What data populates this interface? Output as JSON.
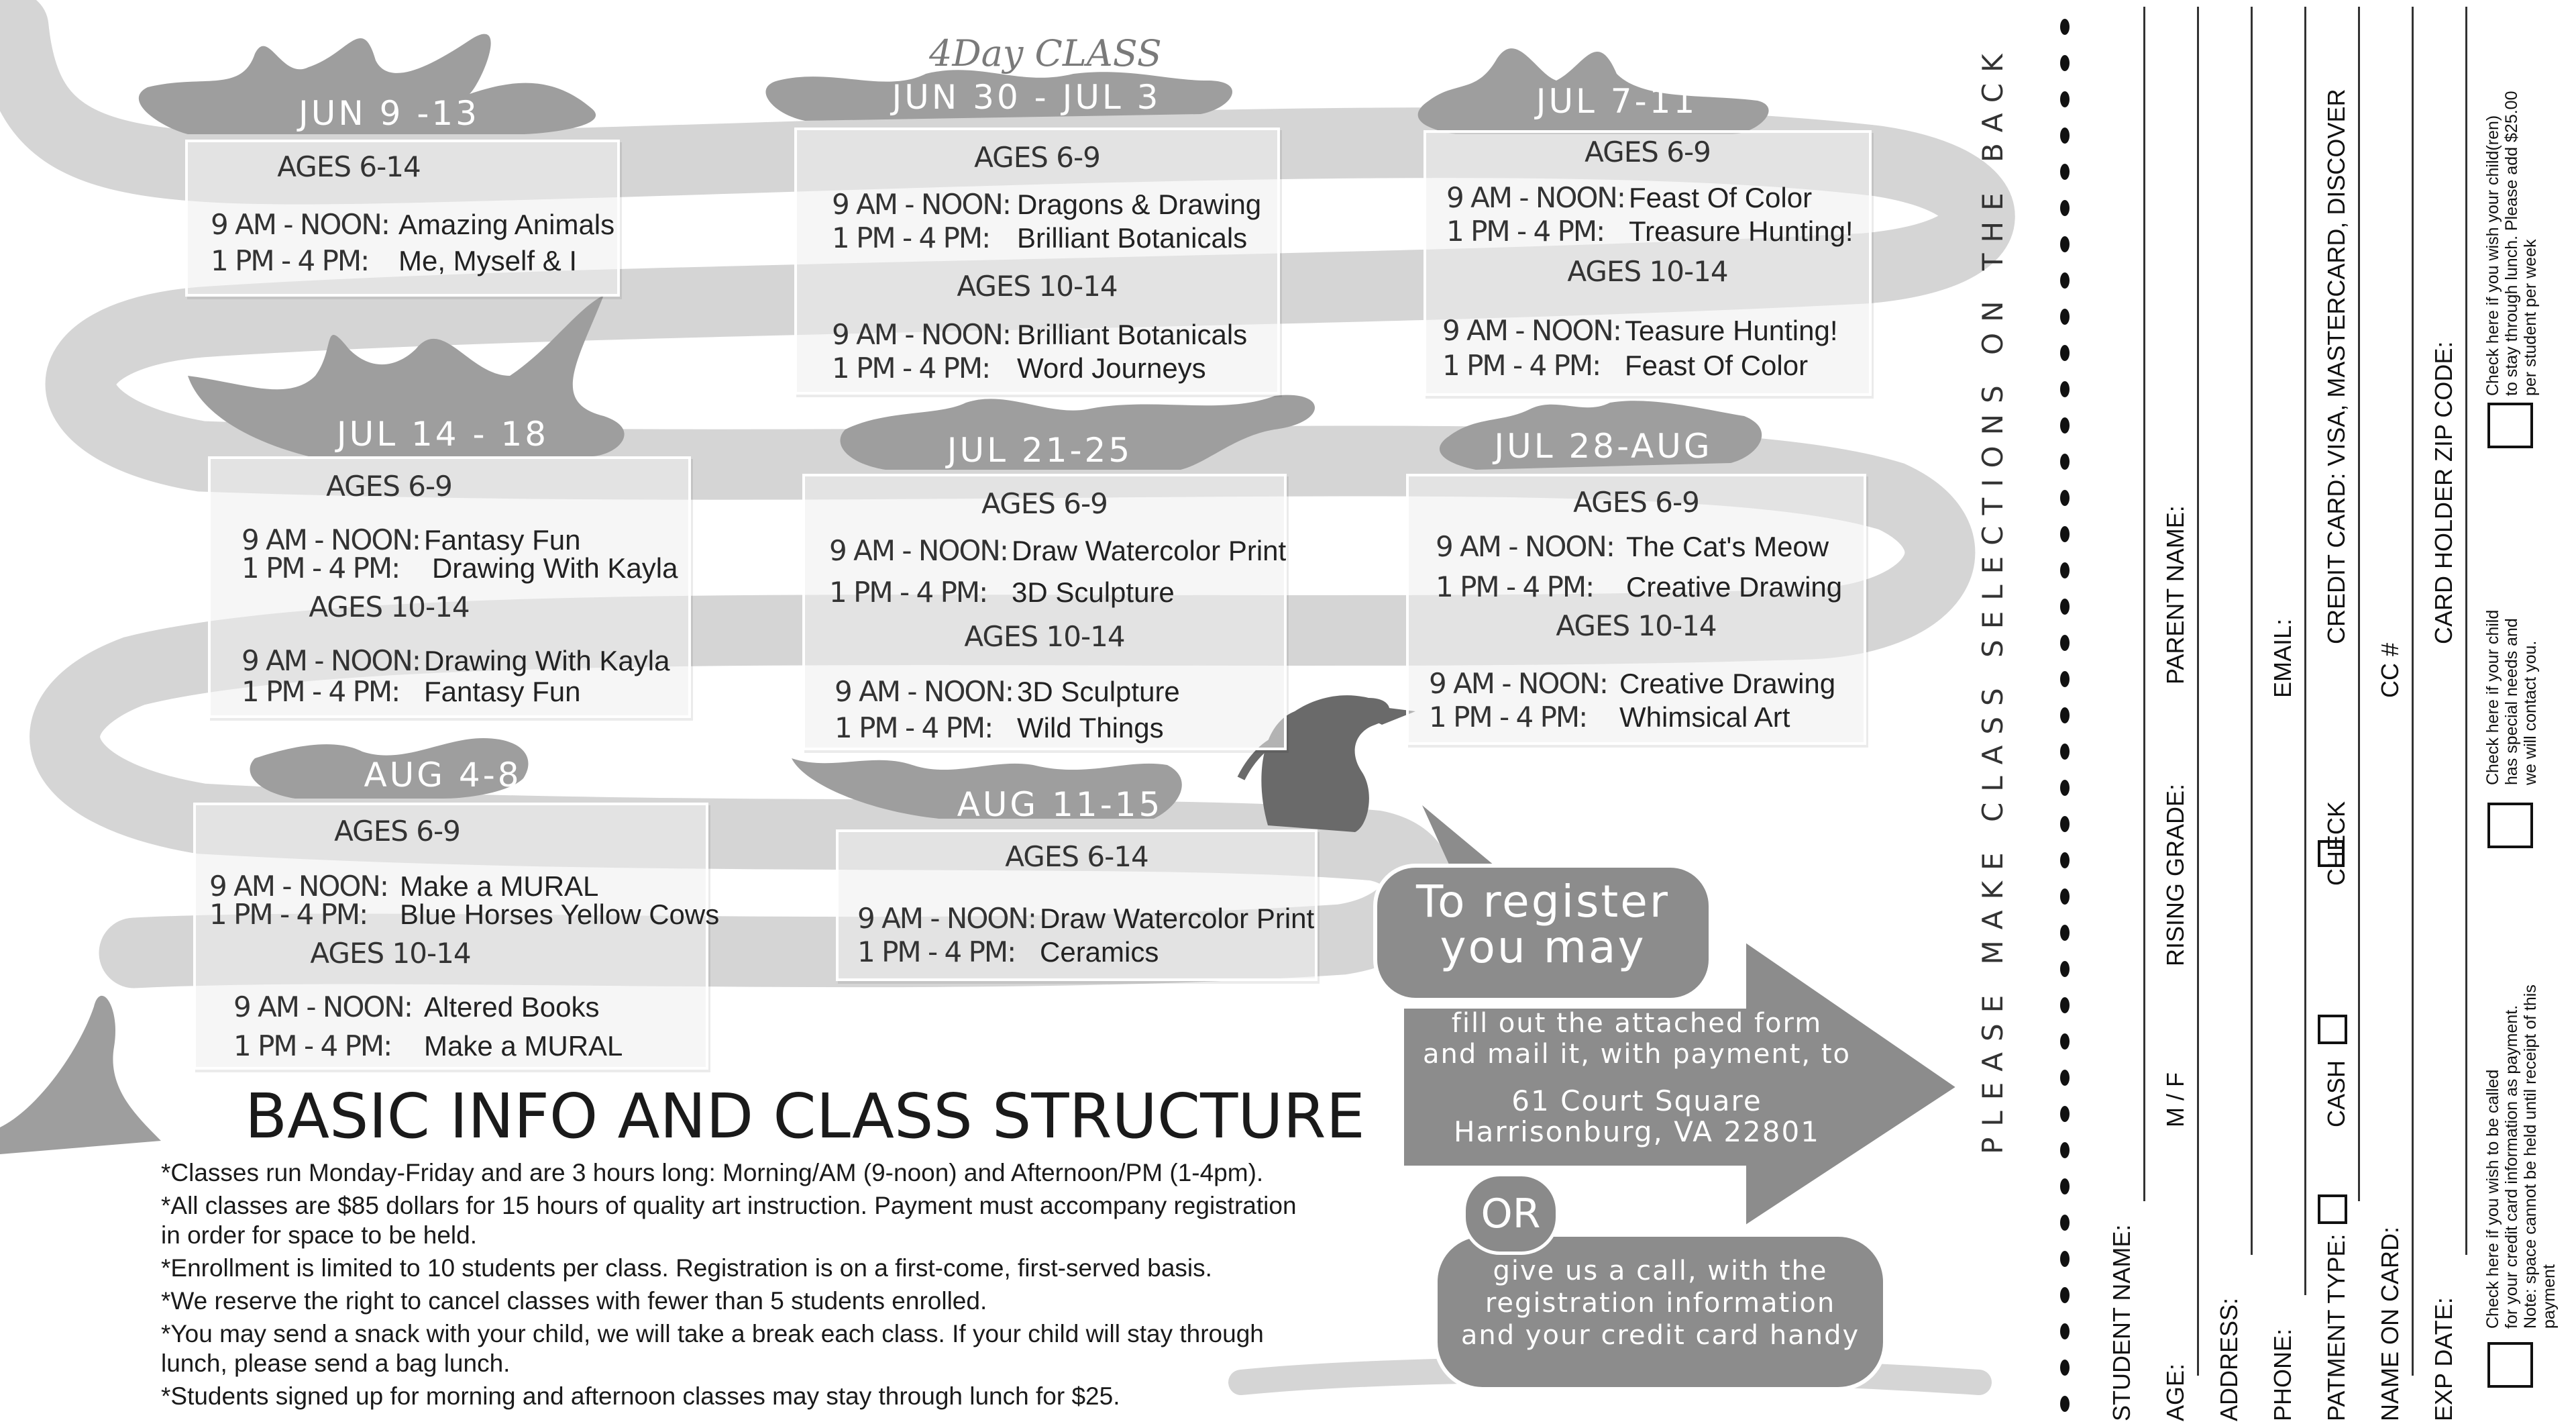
{
  "sessions": [
    {
      "dates": "JUN 9 -13",
      "groups": [
        {
          "ages": "AGES 6-14",
          "morning": {
            "time": "9 AM - NOON:",
            "class": "Amazing Animals"
          },
          "afternoon": {
            "time": "1 PM - 4 PM:",
            "class": "Me, Myself & I"
          }
        }
      ]
    },
    {
      "dates": "JUN 30 - JUL 3",
      "tag": "4Day CLASS",
      "groups": [
        {
          "ages": "AGES 6-9",
          "morning": {
            "time": "9 AM - NOON:",
            "class": "Dragons & Drawing"
          },
          "afternoon": {
            "time": "1 PM - 4 PM:",
            "class": "Brilliant Botanicals"
          }
        },
        {
          "ages": "AGES 10-14",
          "morning": {
            "time": "9 AM - NOON:",
            "class": "Brilliant Botanicals"
          },
          "afternoon": {
            "time": "1 PM - 4 PM:",
            "class": "Word Journeys"
          }
        }
      ]
    },
    {
      "dates": "JUL 7-11",
      "groups": [
        {
          "ages": "AGES 6-9",
          "morning": {
            "time": "9 AM - NOON:",
            "class": "Feast Of Color"
          },
          "afternoon": {
            "time": "1 PM - 4 PM:",
            "class": "Treasure Hunting!"
          }
        },
        {
          "ages": "AGES 10-14",
          "morning": {
            "time": "9 AM - NOON:",
            "class": "Teasure Hunting!"
          },
          "afternoon": {
            "time": "1 PM - 4 PM:",
            "class": "Feast Of Color"
          }
        }
      ]
    },
    {
      "dates": "JUL 14 - 18",
      "groups": [
        {
          "ages": "AGES 6-9",
          "morning": {
            "time": "9 AM - NOON:",
            "class": "Fantasy Fun"
          },
          "afternoon": {
            "time": "1 PM - 4 PM:",
            "class": "Drawing With Kayla"
          }
        },
        {
          "ages": "AGES 10-14",
          "morning": {
            "time": "9 AM - NOON:",
            "class": "Drawing With Kayla"
          },
          "afternoon": {
            "time": "1 PM - 4 PM:",
            "class": "Fantasy Fun"
          }
        }
      ]
    },
    {
      "dates": "JUL 21-25",
      "groups": [
        {
          "ages": "AGES 6-9",
          "morning": {
            "time": "9 AM - NOON:",
            "class": "Draw Watercolor Print"
          },
          "afternoon": {
            "time": "1 PM - 4 PM:",
            "class": "3D Sculpture"
          }
        },
        {
          "ages": "AGES 10-14",
          "morning": {
            "time": "9 AM - NOON:",
            "class": "3D Sculpture"
          },
          "afternoon": {
            "time": "1 PM - 4 PM:",
            "class": "Wild Things"
          }
        }
      ]
    },
    {
      "dates": "JUL 28-AUG",
      "groups": [
        {
          "ages": "AGES 6-9",
          "morning": {
            "time": "9 AM - NOON:",
            "class": "The Cat's Meow"
          },
          "afternoon": {
            "time": "1 PM - 4 PM:",
            "class": "Creative Drawing"
          }
        },
        {
          "ages": "AGES 10-14",
          "morning": {
            "time": "9 AM - NOON:",
            "class": "Creative Drawing"
          },
          "afternoon": {
            "time": "1 PM - 4 PM:",
            "class": "Whimsical Art"
          }
        }
      ]
    },
    {
      "dates": "AUG 4-8",
      "groups": [
        {
          "ages": "AGES 6-9",
          "morning": {
            "time": "9 AM - NOON:",
            "class": "Make a MURAL"
          },
          "afternoon": {
            "time": "1 PM - 4 PM:",
            "class": "Blue Horses Yellow Cows"
          }
        },
        {
          "ages": "AGES 10-14",
          "morning": {
            "time": "9 AM - NOON:",
            "class": "Altered Books"
          },
          "afternoon": {
            "time": "1 PM - 4 PM:",
            "class": "Make a MURAL"
          }
        }
      ]
    },
    {
      "dates": "AUG 11-15",
      "groups": [
        {
          "ages": "AGES 6-14",
          "morning": {
            "time": "9 AM - NOON:",
            "class": "Draw Watercolor Print"
          },
          "afternoon": {
            "time": "1 PM - 4 PM:",
            "class": "Ceramics"
          }
        }
      ]
    }
  ],
  "info": {
    "title": "BASIC INFO AND CLASS STRUCTURE",
    "rules": [
      "*Classes run Monday-Friday and are 3 hours long:  Morning/AM (9-noon) and Afternoon/PM (1-4pm).",
      "*All classes are $85 dollars for 15 hours of quality art instruction. Payment must accompany registration in order for space to be held.",
      "*Enrollment is limited to 10 students per class. Registration is on a first-come, first-served basis.",
      "*We reserve the right to cancel classes with fewer than 5 students enrolled.",
      "*You may send a snack with your child, we will take a break each class. If your child will stay through lunch, please send a bag lunch.",
      "*Students signed up for morning and afternoon classes may stay through lunch for $25."
    ]
  },
  "register": {
    "heading_line1": "To register",
    "heading_line2": "you may",
    "mail_line1": "fill out the attached form",
    "mail_line2": "and mail it, with payment, to",
    "address_line1": "61 Court Square",
    "address_line2": "Harrisonburg, VA 22801",
    "or": "OR",
    "call_line1": "give us a call, with the",
    "call_line2": "registration information",
    "call_line3": "and your credit card handy"
  },
  "form": {
    "note": "PLEASE MAKE CLASS SELECTIONS ON THE BACK",
    "student_name": "STUDENT NAME:",
    "age": "AGE:",
    "gender": "M / F",
    "rising_grade": "RISING GRADE:",
    "parent_name": "PARENT NAME:",
    "address": "ADDRESS:",
    "email": "EMAIL:",
    "phone": "PHONE:",
    "payment_type": "PATMENT TYPE:",
    "cash": "CASH",
    "check": "CHECK",
    "credit_card": "CREDIT CARD:  VISA, MASTERCARD, DISCOVER",
    "name_on_card": "NAME ON CARD:",
    "cc": "CC #",
    "exp_date": "EXP DATE:",
    "zip": "CARD HOLDER ZIP CODE:",
    "opt_call_1": "Check here if you wish to be called",
    "opt_call_2": "for your credit card information as payment.",
    "opt_call_3": "Note: space cannot be held until receipt of this",
    "opt_call_4": "payment",
    "opt_special_1": "Check here if your child",
    "opt_special_2": "has special needs and",
    "opt_special_3": "we will contact you.",
    "opt_lunch_1": "Check here if you wish your child(ren)",
    "opt_lunch_2": "to stay through lunch. Please add $25.00",
    "opt_lunch_3": "per student per week"
  },
  "colors": {
    "ribbon": "#d4d4d4",
    "splash": "#9c9c9c",
    "bubble": "#8c8c8c",
    "text": "#222222"
  }
}
